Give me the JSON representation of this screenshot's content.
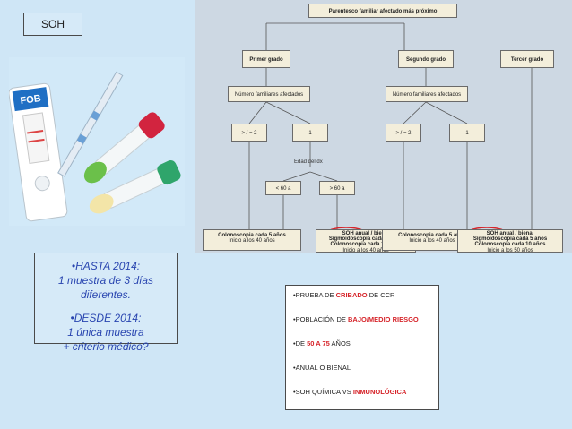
{
  "tag": "SOH",
  "kit": {
    "label": "FOB"
  },
  "diagram": {
    "title": "Parentesco familiar afectado más próximo",
    "primer_grado": "Primer grado",
    "segundo_grado": "Segundo grado",
    "tercer_grado": "Tercer grado",
    "numero_1": "Número familiares afectados",
    "numero_2": "Número familiares afectados",
    "ge2_a": "> / = 2",
    "one_a": "1",
    "ge2_b": "> / = 2",
    "one_b": "1",
    "edad": "Edad del dx",
    "lt60": "< 60 a",
    "gt60": "> 60 a",
    "colono1_line1": "Colonoscopia cada 5 años",
    "colono1_line2": "Inicio a los 40 años",
    "soh1_line1": "SOH anual / bienal",
    "soh1_line2": "Sigmoidoscopia cada 5 años",
    "soh1_line3": "Colonoscopia cada 10 años",
    "soh1_line4": "Inicio a los 40 años",
    "colono2_line1": "Colonoscopia cada 5 años",
    "colono2_line2": "Inicio a los 40 años",
    "soh2_line1": "SOH anual / bienal",
    "soh2_line2": "Sigmoidoscopia cada 5 años",
    "soh2_line3": "Colonoscopia cada 10 años",
    "soh2_line4": "Inicio a los 50 años"
  },
  "history": {
    "l1": "•HASTA 2014:",
    "l2": "1 muestra de 3 días",
    "l3": "diferentes.",
    "l4": "•DESDE 2014:",
    "l5": "1 única muestra",
    "l6": "+ criterio médico?"
  },
  "info": {
    "r1_pre": "•PRUEBA DE ",
    "r1_hl": "CRIBADO",
    "r1_post": " DE CCR",
    "r2_pre": "•POBLACIÓN DE ",
    "r2_hl": "BAJO/MEDIO RIESGO",
    "r3_pre": "•DE ",
    "r3_hl": "50 A 75",
    "r3_post": " AÑOS",
    "r4": "•ANUAL O BIENAL",
    "r5_pre": "•SOH QUÍMICA VS ",
    "r5_hl": "INMUNOLÓGICA"
  },
  "colors": {
    "highlight": "#d6242a",
    "history_text": "#2a46b0"
  }
}
